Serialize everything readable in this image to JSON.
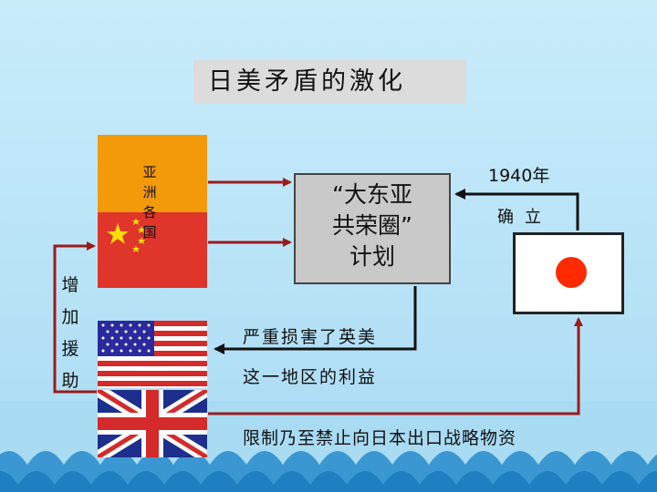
{
  "title": "日美矛盾的激化",
  "plan": {
    "line1": "“大东亚",
    "line2": "共荣圈”",
    "line3": "计划"
  },
  "asia_countries": [
    "亚",
    "洲",
    "各",
    "国"
  ],
  "increase_aid": [
    "增",
    "加",
    "援",
    "助"
  ],
  "year": "1940年",
  "established": "确立",
  "harm_line1": "严重损害了英美",
  "harm_line2": "这一地区的利益",
  "restriction": "限制乃至禁止向日本出口战略物资",
  "colors": {
    "arrow": "#9b1b1b",
    "plan_arrow": "#111111",
    "orange": "#f39a0b",
    "china_red": "#e0352a",
    "japan_red": "#ff2a00"
  }
}
